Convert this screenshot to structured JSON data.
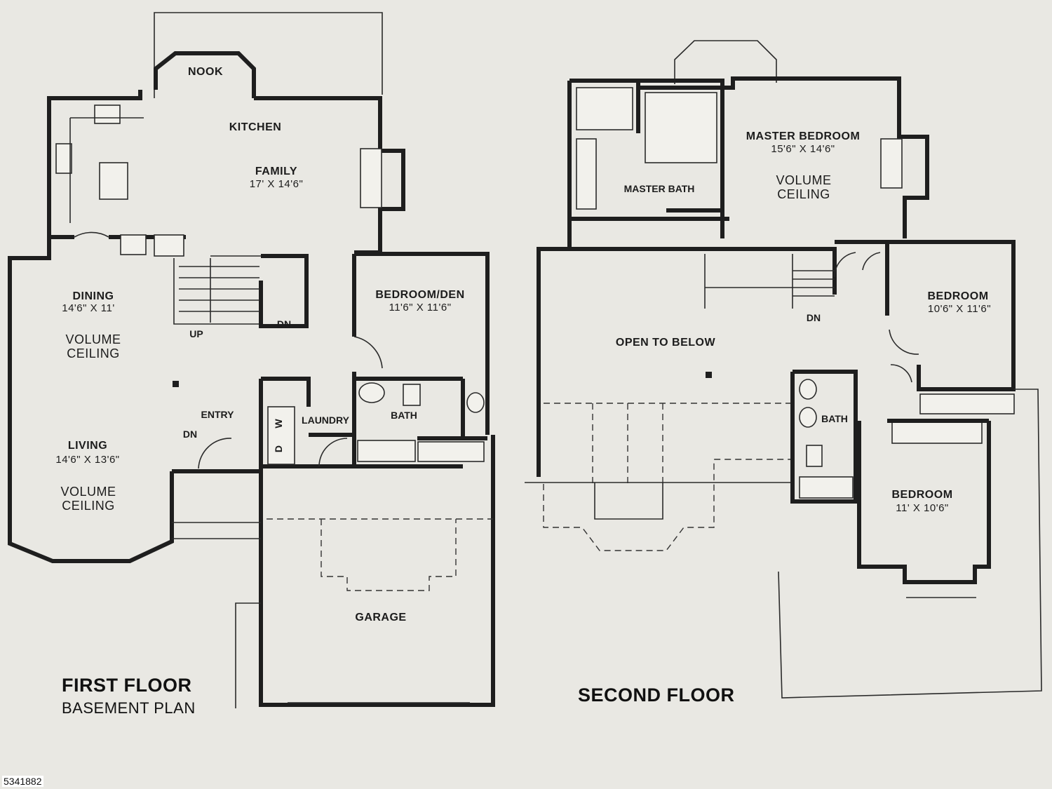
{
  "first_floor": {
    "title": "FIRST FLOOR",
    "subtitle": "BASEMENT PLAN",
    "rooms": {
      "nook": "NOOK",
      "kitchen": "KITCHEN",
      "family": "FAMILY",
      "family_dim": "17' X 14'6\"",
      "dining": "DINING",
      "dining_dim": "14'6\" X 11'",
      "dining_ceiling_1": "VOLUME",
      "dining_ceiling_2": "CEILING",
      "living": "LIVING",
      "living_dim": "14'6\" X 13'6\"",
      "living_ceiling_1": "VOLUME",
      "living_ceiling_2": "CEILING",
      "entry": "ENTRY",
      "bedroom_den": "BEDROOM/DEN",
      "bedroom_den_dim": "11'6\" X 11'6\"",
      "bath": "BATH",
      "laundry": "LAUNDRY",
      "garage": "GARAGE"
    },
    "markers": {
      "up": "UP",
      "dn_stair": "DN",
      "dn_entry": "DN",
      "d": "D",
      "w": "W"
    }
  },
  "second_floor": {
    "title": "SECOND FLOOR",
    "rooms": {
      "master_bedroom": "MASTER BEDROOM",
      "master_bedroom_dim": "15'6\" X 14'6\"",
      "master_ceiling_1": "VOLUME",
      "master_ceiling_2": "CEILING",
      "master_bath": "MASTER BATH",
      "open_to_below": "OPEN TO BELOW",
      "bedroom_1": "BEDROOM",
      "bedroom_1_dim": "10'6\" X 11'6\"",
      "bath": "BATH",
      "bedroom_2": "BEDROOM",
      "bedroom_2_dim": "11' X 10'6\""
    },
    "markers": {
      "dn": "DN"
    }
  },
  "listing_id": "5341882",
  "colors": {
    "paper": "#e9e8e3",
    "ink": "#1e1e1e"
  }
}
